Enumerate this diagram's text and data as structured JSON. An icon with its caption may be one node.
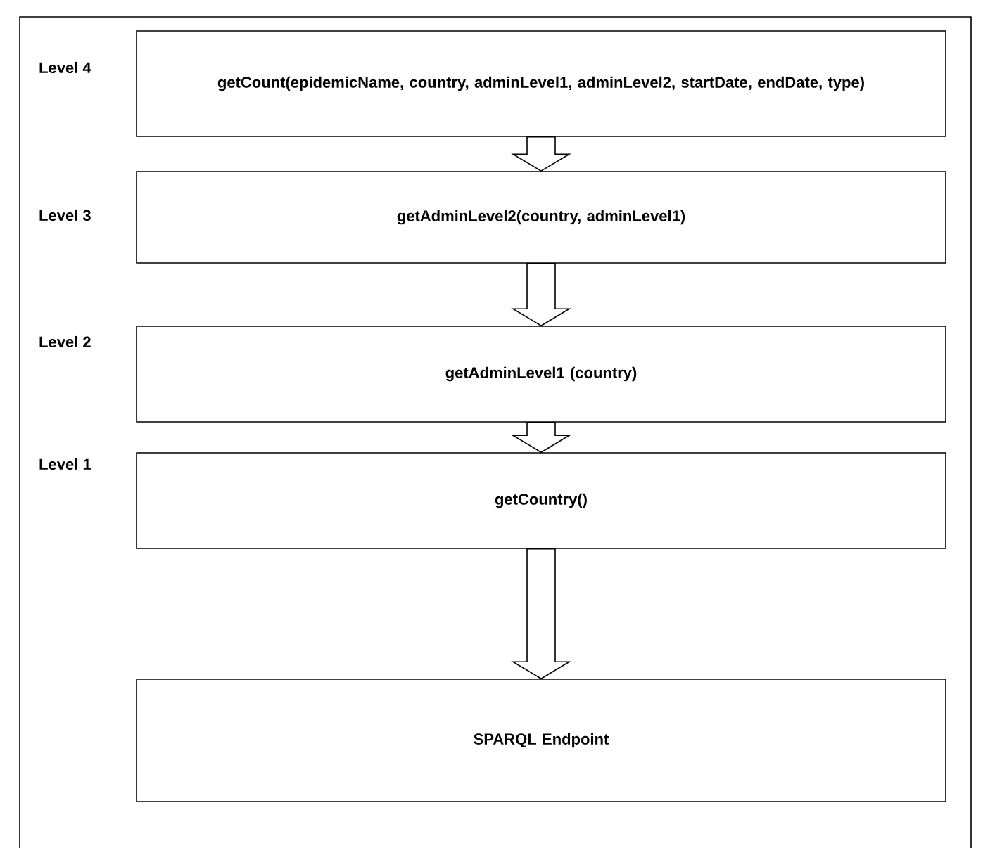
{
  "diagram": {
    "nodes": [
      {
        "text": [
          "getCount(epidemicName, country, adminLevel1, adminLevel2, startDate, endDate, type)"
        ],
        "beside": [
          "Level 4"
        ]
      },
      {
        "text": [
          "getAdminLevel2(country, adminLevel1)"
        ],
        "beside": [
          "Level 3"
        ]
      },
      {
        "text": [
          "getAdminLevel1 (country)"
        ],
        "beside": [
          "Level 2"
        ]
      },
      {
        "text": [
          "getCountry()"
        ],
        "beside": [
          "Level 1"
        ]
      },
      {
        "text": [
          "SPARQL Endpoint"
        ]
      }
    ],
    "edges": [
      {
        "from": 0,
        "to": 1,
        "arrow": "to"
      },
      {
        "from": 1,
        "to": 2,
        "arrow": "to"
      },
      {
        "from": 2,
        "to": 3,
        "arrow": "to"
      },
      {
        "from": 3,
        "to": 4,
        "arrow": "to"
      }
    ]
  }
}
